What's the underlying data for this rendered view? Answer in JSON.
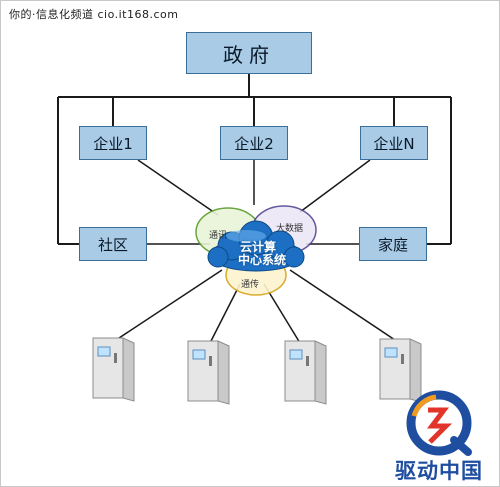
{
  "header": {
    "watermark": "你的·信息化频道 cio.it168.com"
  },
  "nodes": {
    "government": "政府",
    "enterprise_1": "企业1",
    "enterprise_2": "企业2",
    "enterprise_n": "企业N",
    "community": "社区",
    "home": "家庭"
  },
  "cloud": {
    "line_1": "云计算",
    "line_2": "中心系统",
    "rings": {
      "communication": "通讯",
      "big_data": "大数据",
      "sensing": "通传"
    }
  },
  "devices": {
    "icon": "control-cabinet-icon"
  },
  "logo": {
    "text": "驱动中国",
    "icon": "q-logo-icon"
  },
  "colors": {
    "box_fill": "#a9cbe6",
    "box_border": "#3b6e98",
    "cloud": "#1d6fc4",
    "line": "#1a1a1a",
    "logo_text": "#1f4ea0"
  }
}
